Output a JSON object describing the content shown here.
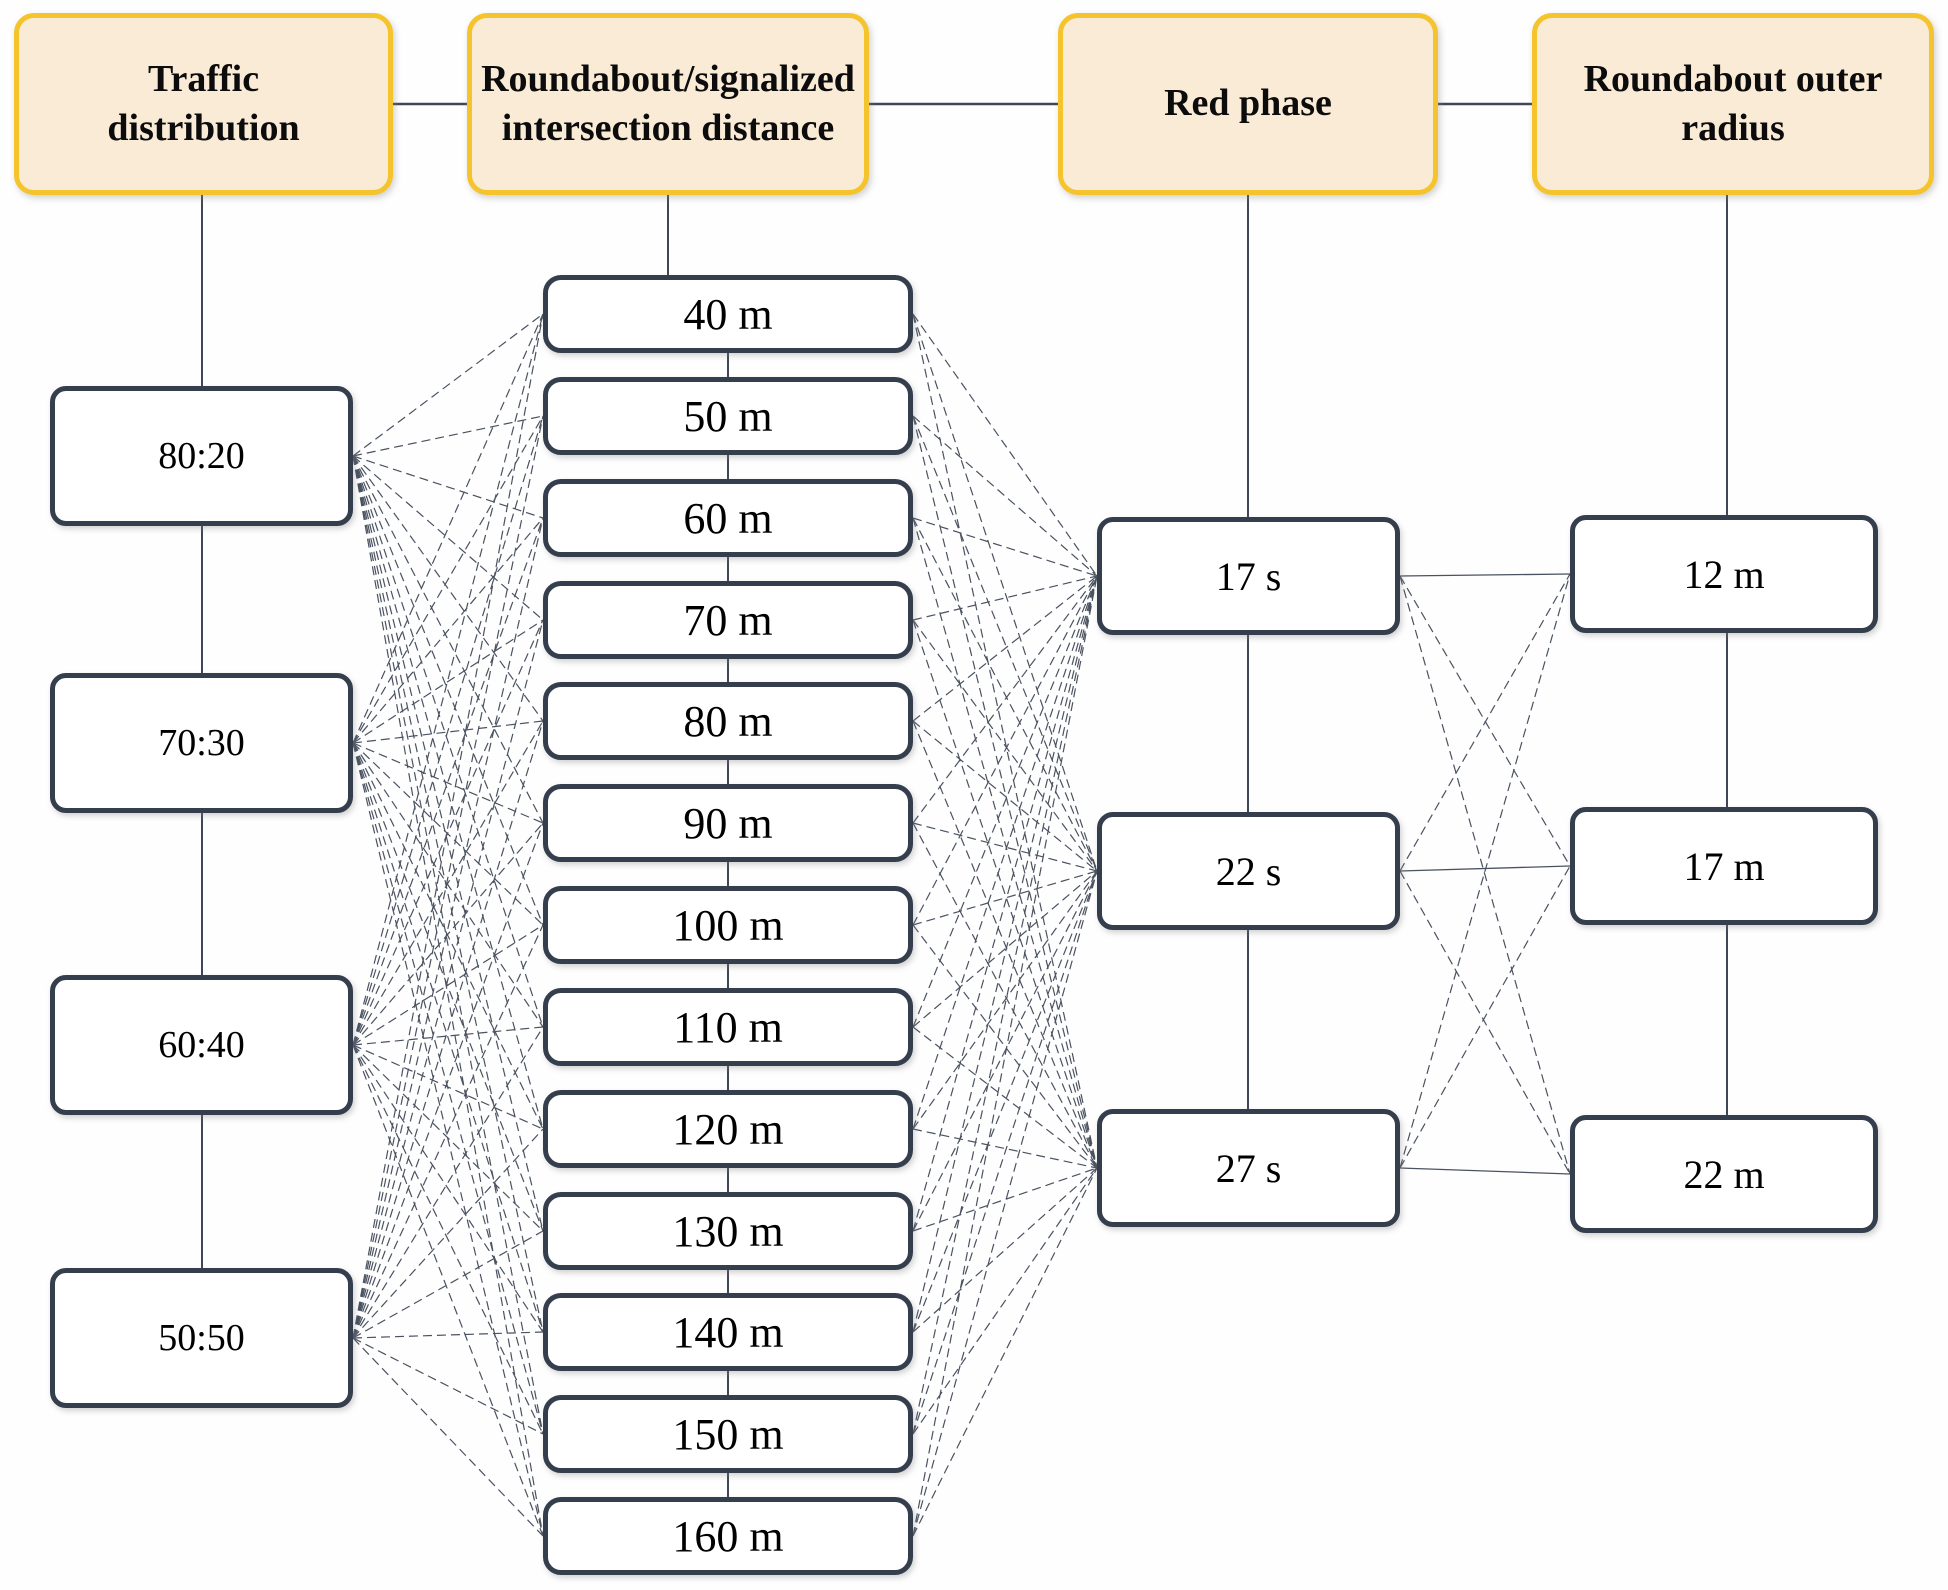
{
  "diagram": {
    "description": "Full factorial scenario diagram: every node of a column is linked to every node of the next column",
    "columns": [
      {
        "id": "traffic-distribution",
        "title": "Traffic distribution",
        "title_lines": [
          "Traffic",
          "distribution"
        ],
        "nodes": [
          "80:20",
          "70:30",
          "60:40",
          "50:50"
        ]
      },
      {
        "id": "intersection-distance",
        "title": "Roundabout/signalized intersection distance",
        "title_lines": [
          "Roundabout/signalized",
          "intersection distance"
        ],
        "nodes": [
          "40 m",
          "50 m",
          "60 m",
          "70 m",
          "80 m",
          "90 m",
          "100 m",
          "110 m",
          "120 m",
          "130 m",
          "140 m",
          "150 m",
          "160 m"
        ]
      },
      {
        "id": "red-phase",
        "title": "Red phase",
        "title_lines": [
          "Red phase"
        ],
        "nodes": [
          "17 s",
          "22 s",
          "27 s"
        ]
      },
      {
        "id": "roundabout-outer-radius",
        "title": "Roundabout outer radius",
        "title_lines": [
          "Roundabout outer",
          "radius"
        ],
        "nodes": [
          "12 m",
          "17 m",
          "22 m"
        ]
      }
    ],
    "header_links": "adjacent column headers are joined by horizontal lines",
    "connections": [
      {
        "from_column": "traffic-distribution",
        "to_column": "intersection-distance",
        "pattern": "all-to-all",
        "line_style": "dashed"
      },
      {
        "from_column": "intersection-distance",
        "to_column": "red-phase",
        "pattern": "all-to-all",
        "line_style": "dashed"
      },
      {
        "from_column": "red-phase",
        "to_column": "roundabout-outer-radius",
        "pattern": "all-to-all",
        "line_style": "dashed, same-row links solid"
      }
    ],
    "colors": {
      "header_fill": "#FAEBD7",
      "header_border": "#F5C42C",
      "node_border": "#353E4D",
      "node_fill": "#FFFFFF",
      "connector": "#4A5260"
    }
  }
}
